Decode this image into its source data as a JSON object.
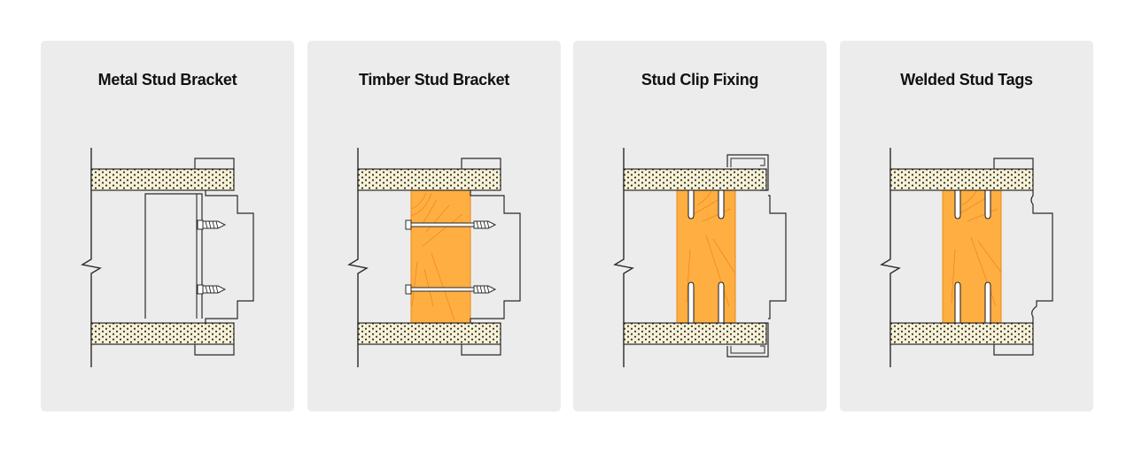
{
  "cards": [
    {
      "title": "Metal Stud Bracket"
    },
    {
      "title": "Timber Stud Bracket"
    },
    {
      "title": "Stud Clip Fixing"
    },
    {
      "title": "Welded Stud Tags"
    }
  ],
  "colors": {
    "card_background": "#ececec",
    "board_fill": "#f7f1d6",
    "board_dots": "#222222",
    "timber_fill": "#ffae42",
    "timber_grain": "#f08a1c",
    "line": "#2a2a2a"
  }
}
